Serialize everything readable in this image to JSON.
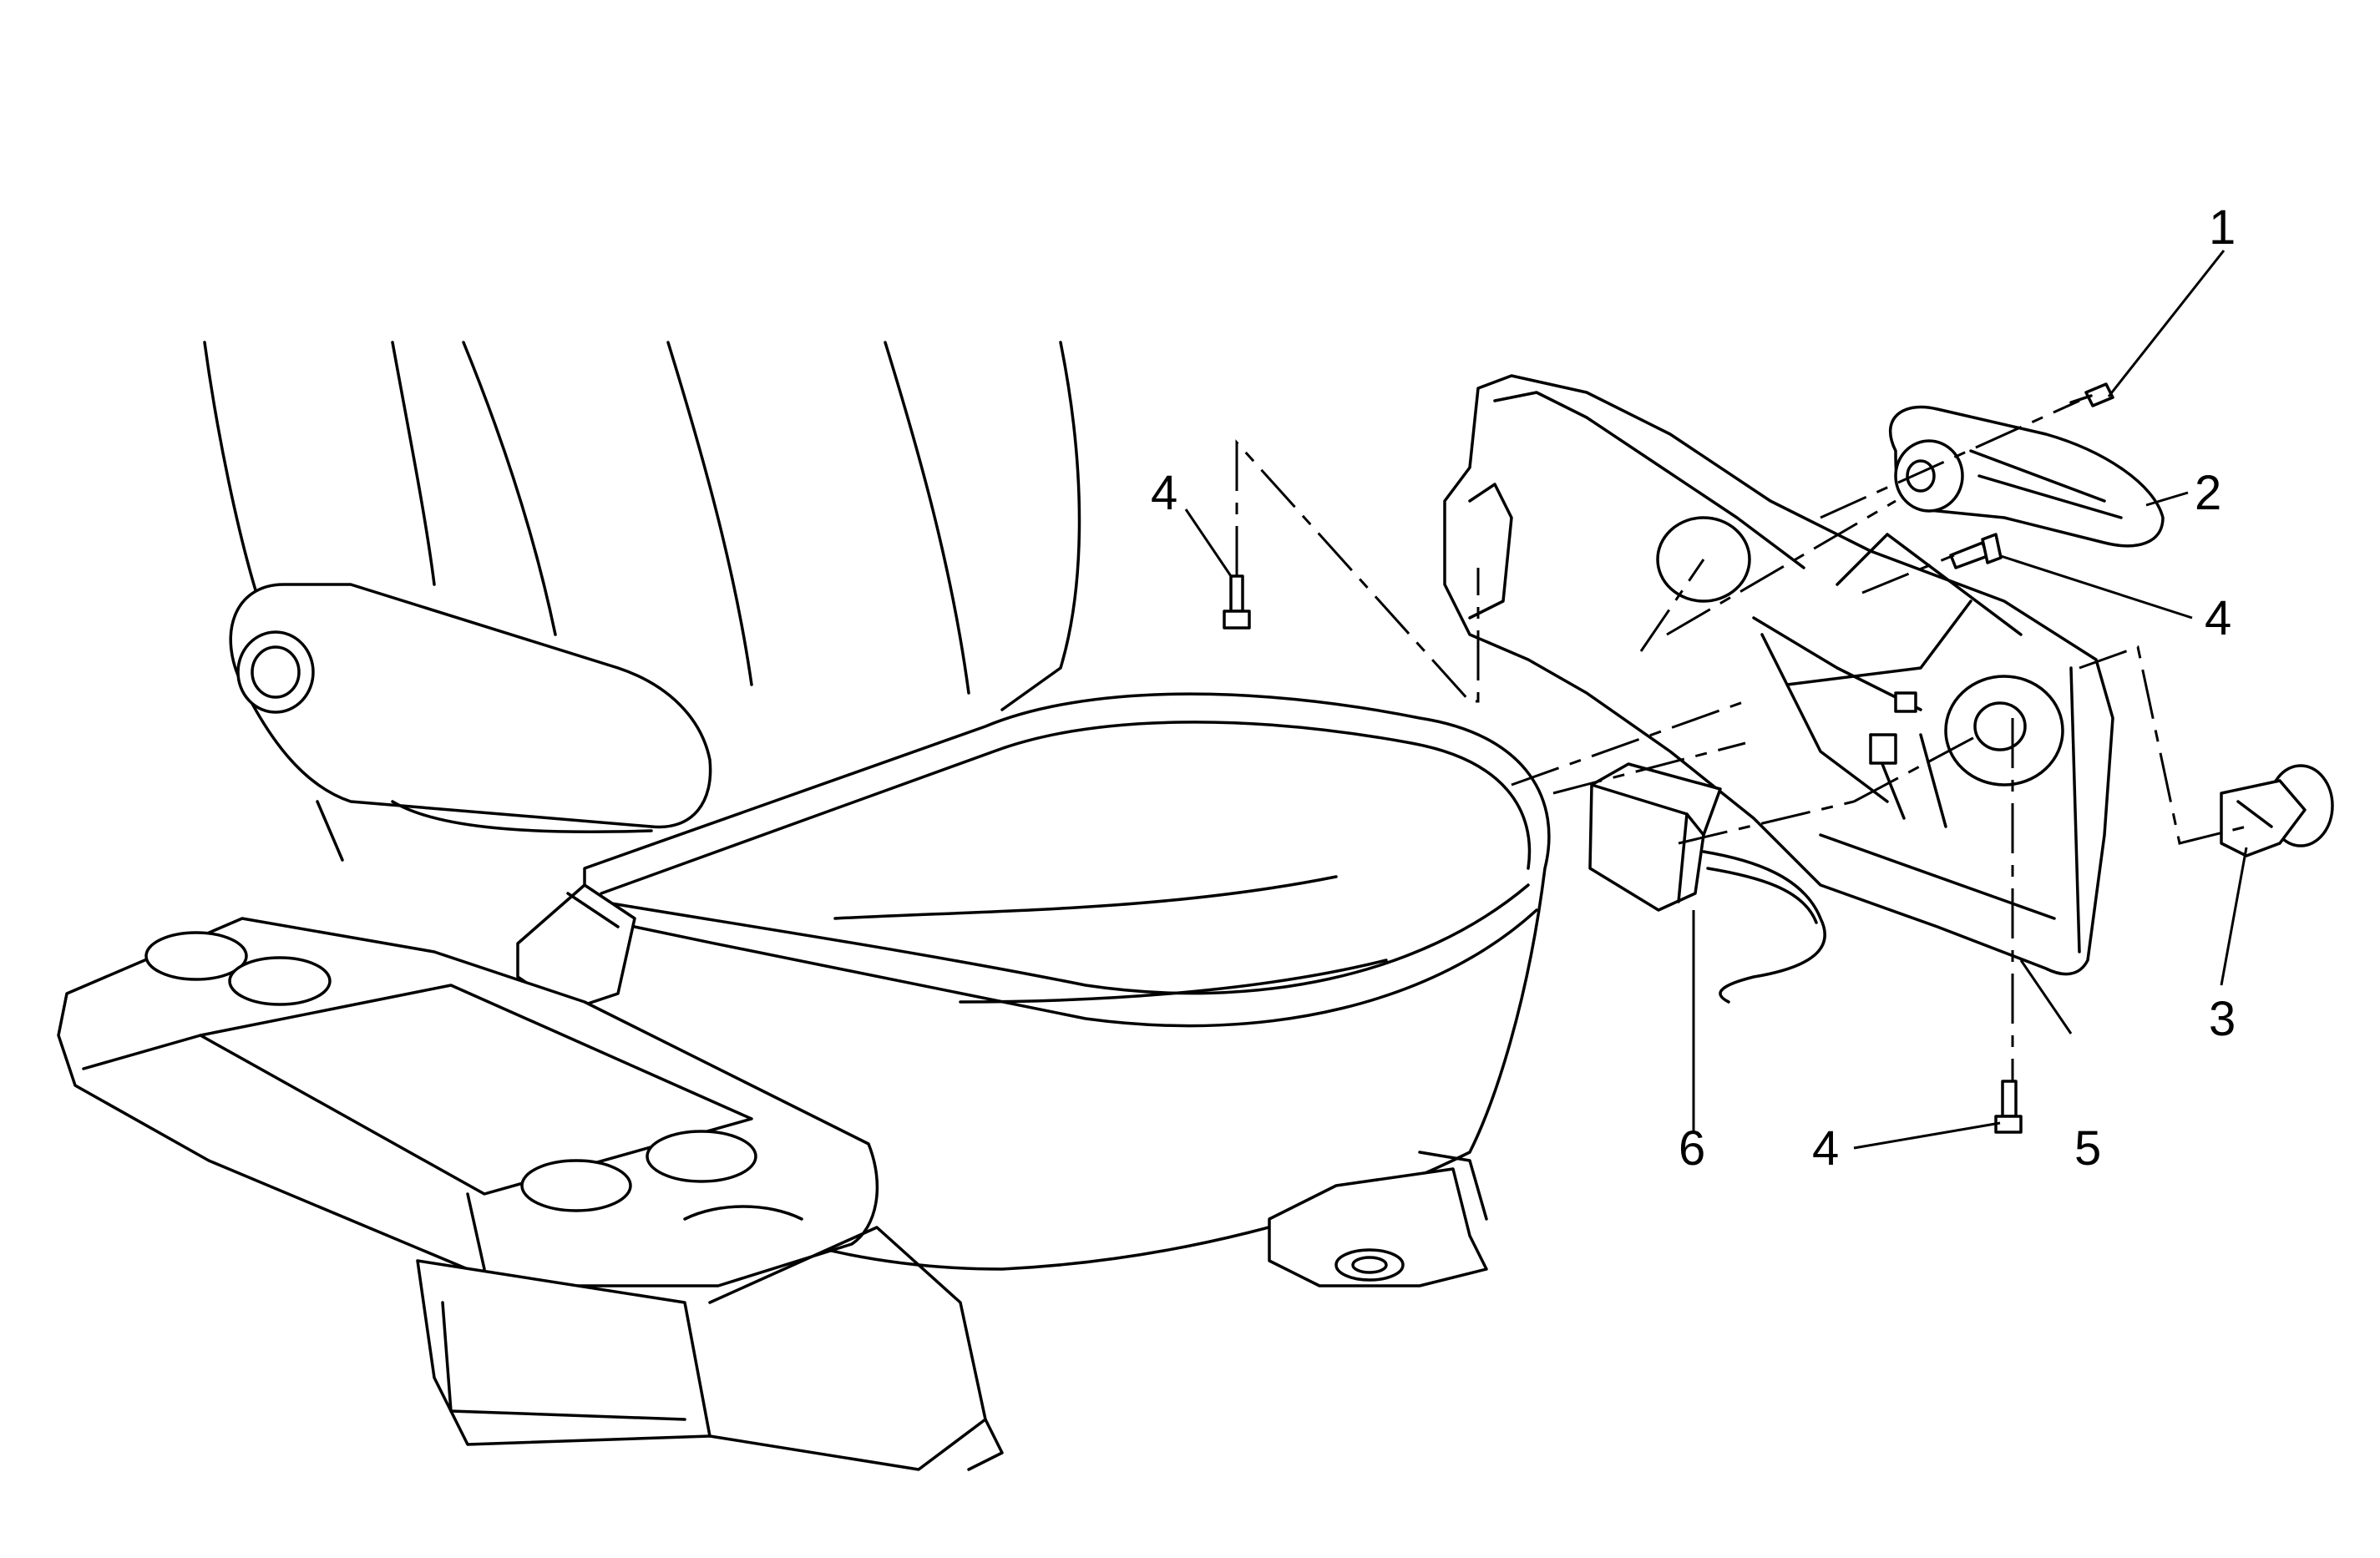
{
  "callouts": [
    {
      "id": "c1",
      "text": "1"
    },
    {
      "id": "c2",
      "text": "2"
    },
    {
      "id": "c4a",
      "text": "4"
    },
    {
      "id": "c4b",
      "text": "4"
    },
    {
      "id": "c3",
      "text": "3"
    },
    {
      "id": "c4c",
      "text": "4"
    },
    {
      "id": "c6",
      "text": "6"
    },
    {
      "id": "c5",
      "text": "5"
    }
  ]
}
